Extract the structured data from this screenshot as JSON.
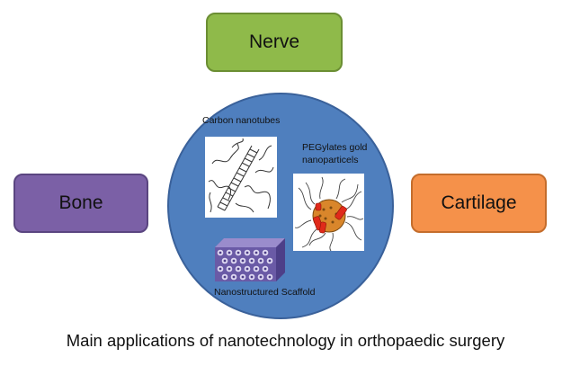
{
  "boxes": {
    "nerve": "Nerve",
    "bone": "Bone",
    "cartilage": "Cartilage"
  },
  "center": {
    "carbon_label": "Carbon nanotubes",
    "peg_label_line1": "PEGylates gold",
    "peg_label_line2": "nanoparticels",
    "scaffold_label": "Nanostructured Scaffold"
  },
  "caption": "Main applications of nanotechnology in orthopaedic surgery",
  "colors": {
    "nerve": "#8fba4a",
    "bone": "#7b60a6",
    "cartilage": "#f5914a",
    "circle": "#4f7fbe",
    "gold_core": "#d9862b",
    "peg_marker": "#e02a1a",
    "scaffold": "#7a68b0"
  }
}
